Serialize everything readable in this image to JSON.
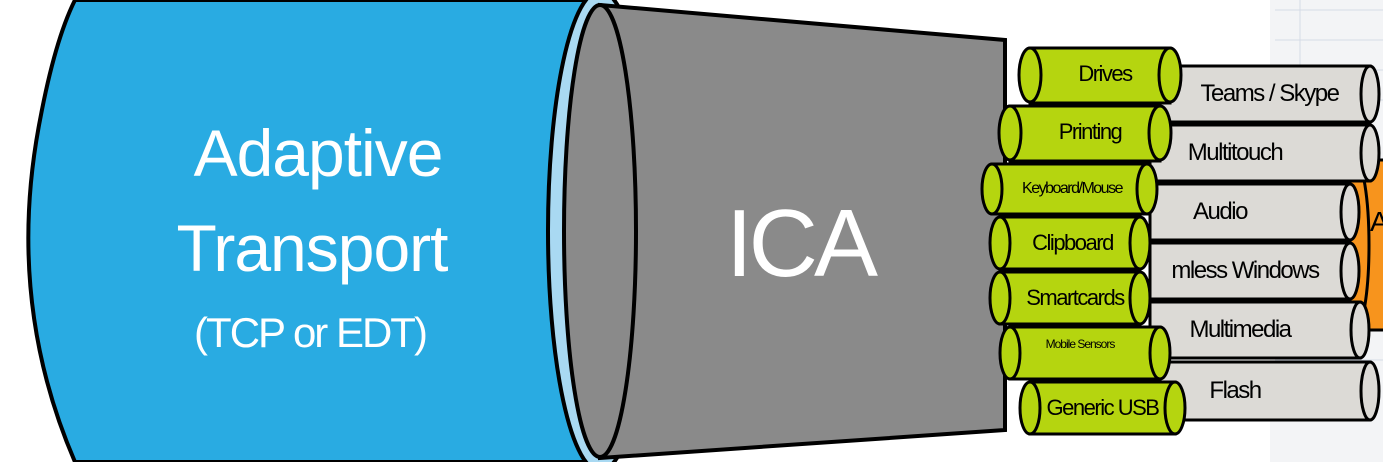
{
  "transport": {
    "title_line1": "Adaptive",
    "title_line2": "Transport",
    "subtitle": "(TCP or EDT)",
    "color": "#29abe2"
  },
  "ica": {
    "label": "ICA",
    "color": "#8a8a8a"
  },
  "virtual_channels_green": [
    "Drives",
    "Printing",
    "Keyboard/Mouse",
    "Clipboard",
    "Smartcards",
    "Mobile Sensors",
    "Generic USB"
  ],
  "virtual_channels_grey": [
    "Teams / Skype",
    "Multitouch",
    "Audio",
    "mless Windows",
    "Multimedia",
    "Flash"
  ],
  "partial_orange_label": "A",
  "colors": {
    "green": "#b5d50f",
    "grey_cable": "#dcdad6",
    "orange": "#f7941d",
    "outline": "#000000"
  }
}
